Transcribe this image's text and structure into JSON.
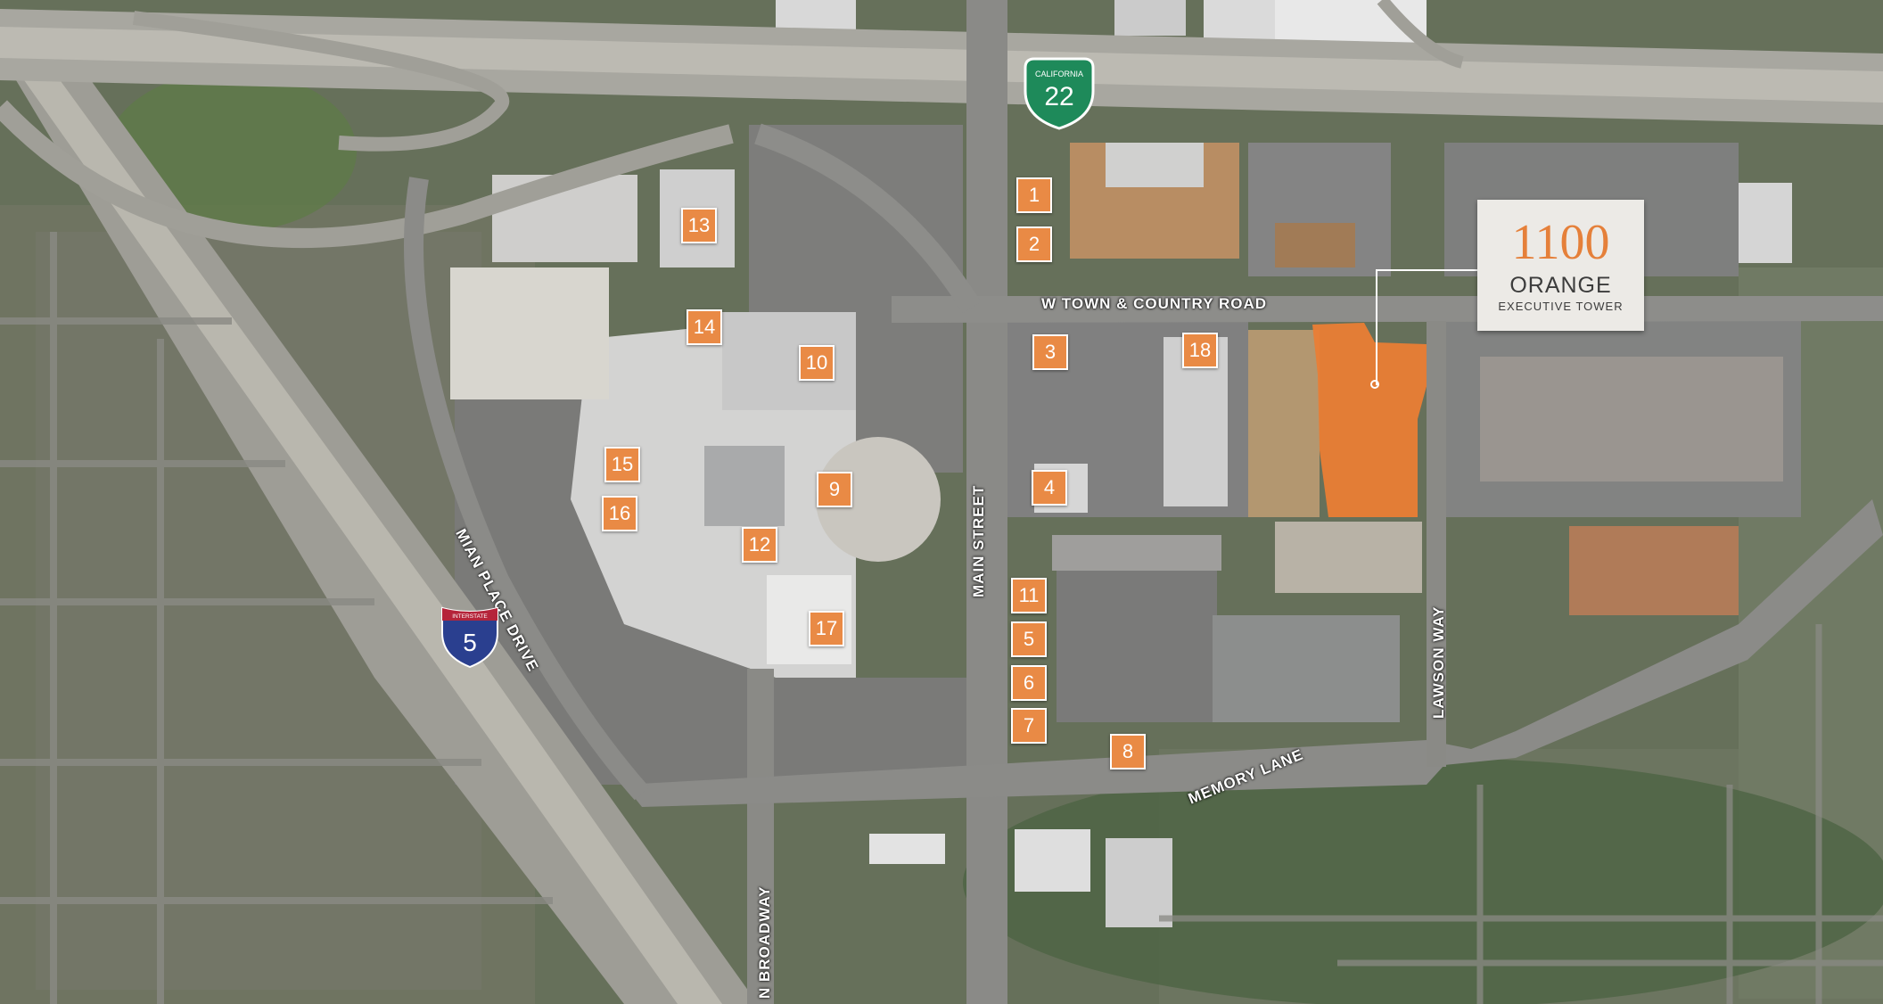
{
  "map": {
    "markers": [
      {
        "label": "1"
      },
      {
        "label": "2"
      },
      {
        "label": "3"
      },
      {
        "label": "4"
      },
      {
        "label": "5"
      },
      {
        "label": "6"
      },
      {
        "label": "7"
      },
      {
        "label": "8"
      },
      {
        "label": "9"
      },
      {
        "label": "10"
      },
      {
        "label": "11"
      },
      {
        "label": "12"
      },
      {
        "label": "13"
      },
      {
        "label": "14"
      },
      {
        "label": "15"
      },
      {
        "label": "16"
      },
      {
        "label": "17"
      },
      {
        "label": "18"
      }
    ],
    "roads": {
      "town_country": "W TOWN & COUNTRY ROAD",
      "main_street": "MAIN STREET",
      "mian_place": "MIAN PLACE DRIVE",
      "memory_lane": "MEMORY LANE",
      "lawson_way": "LAWSON WAY",
      "n_broadway": "N BROADWAY"
    },
    "shields": {
      "ca22": {
        "state": "CALIFORNIA",
        "number": "22"
      },
      "i5": {
        "type": "INTERSTATE",
        "number": "5"
      }
    },
    "callout": {
      "number": "1100",
      "name": "ORANGE",
      "subtitle": "EXECUTIVE TOWER"
    },
    "colors": {
      "accent": "#e98a45",
      "highlight_building": "#ea7d35",
      "callout_bg": "#eceae6",
      "ca_shield": "#1e8a5a",
      "interstate_blue": "#2a3f8f",
      "interstate_red": "#b5243a"
    }
  }
}
